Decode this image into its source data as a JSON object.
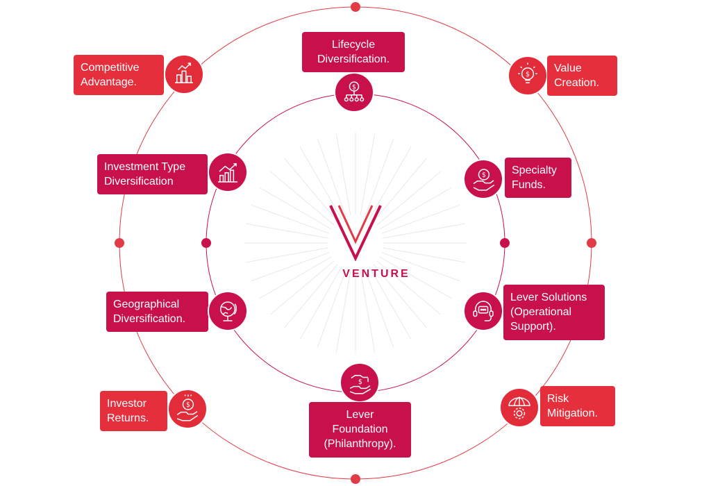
{
  "brand": {
    "name": "VENTURE",
    "logo_letter_icon": "v-logo-icon"
  },
  "colors": {
    "outer_red": "#e62f3c",
    "inner_crimson": "#c8104a",
    "ring_line": "#e23a46"
  },
  "nodes": {
    "competitive_advantage": {
      "label": "Competitive\nAdvantage.",
      "icon": "city-growth-icon"
    },
    "lifecycle_diversification": {
      "label": "Lifecycle\nDiversification.",
      "icon": "dollar-hierarchy-icon"
    },
    "value_creation": {
      "label": "Value\nCreation.",
      "icon": "lightbulb-dollar-icon"
    },
    "investment_type_diversification": {
      "label": "Investment Type\nDiversification",
      "icon": "bar-chart-icon"
    },
    "specialty_funds": {
      "label": "Specialty\nFunds.",
      "icon": "hand-coin-icon"
    },
    "geographical_diversification": {
      "label": "Geographical\nDiversification.",
      "icon": "globe-icon"
    },
    "lever_solutions": {
      "label": "Lever Solutions\n(Operational\nSupport).",
      "icon": "headset-icon"
    },
    "investor_returns": {
      "label": "Investor\nReturns.",
      "icon": "hand-dollar-icon"
    },
    "lever_foundation": {
      "label": "Lever\nFoundation\n(Philanthropy).",
      "icon": "giving-hands-icon"
    },
    "risk_mitigation": {
      "label": "Risk\nMitigation.",
      "icon": "umbrella-gear-icon"
    }
  }
}
